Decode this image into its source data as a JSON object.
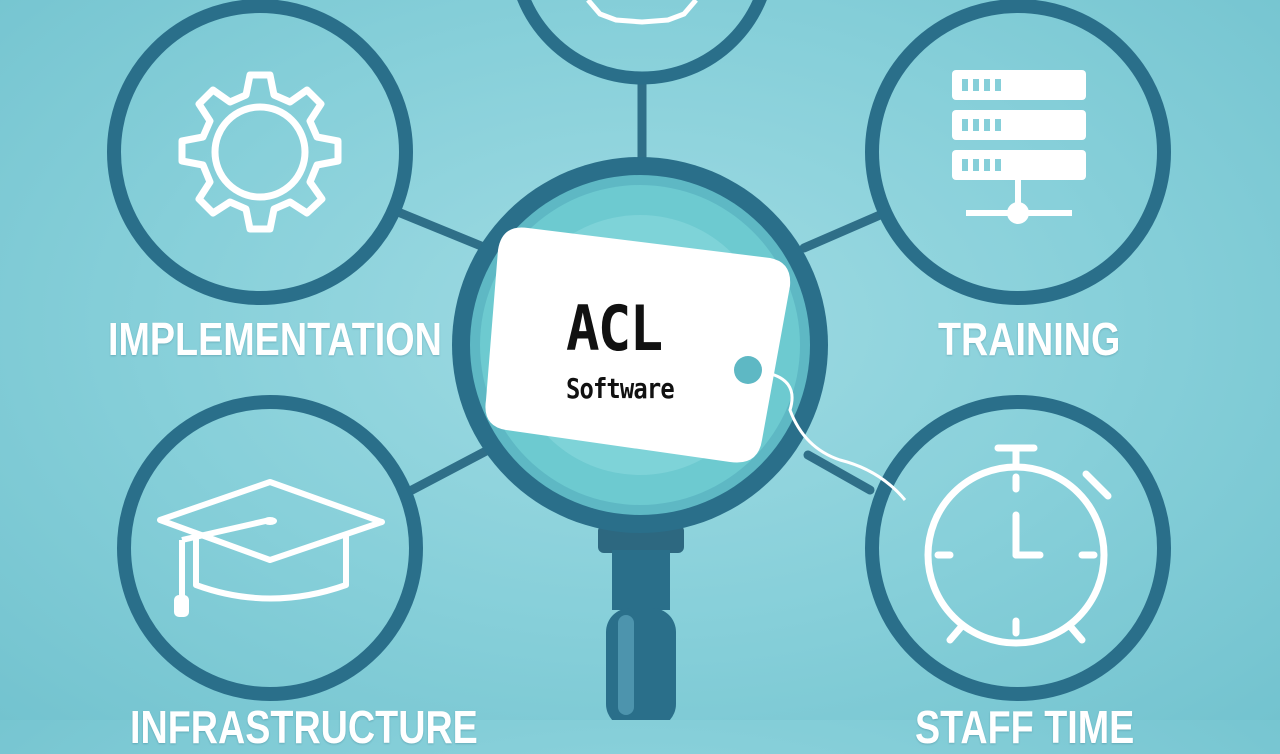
{
  "center": {
    "tag_title": "ACL",
    "tag_subtitle": "Software"
  },
  "nodes": {
    "top_left": {
      "label": "IMPLEMENTATION",
      "icon": "gear-icon"
    },
    "top_right": {
      "label": "TRAINING",
      "icon": "server-rack-icon"
    },
    "bottom_left": {
      "label": "INFRASTRUCTURE",
      "icon": "graduation-cap-icon"
    },
    "bottom_right": {
      "label": "STAFF TIME",
      "icon": "stopwatch-icon"
    },
    "top_center": {
      "icon": "gear-icon"
    }
  },
  "colors": {
    "ring": "#2a6f8a",
    "icon": "#ffffff",
    "background": "#8fd4dd",
    "lens": "#6cc9cf"
  }
}
